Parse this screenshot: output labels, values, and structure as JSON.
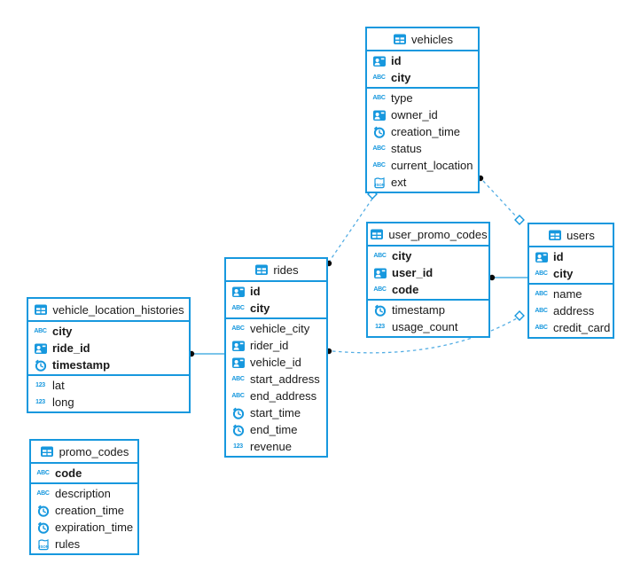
{
  "diagram": {
    "title": "entity-relationship-diagram",
    "icon_glyphs": {
      "text": "ABC",
      "number": "123",
      "json": "JSON"
    },
    "tables": [
      {
        "id": "vehicles",
        "title": "vehicles",
        "key_columns": [
          {
            "name": "id",
            "type": "id"
          },
          {
            "name": "city",
            "type": "text"
          }
        ],
        "columns": [
          {
            "name": "type",
            "type": "text"
          },
          {
            "name": "owner_id",
            "type": "id"
          },
          {
            "name": "creation_time",
            "type": "time"
          },
          {
            "name": "status",
            "type": "text"
          },
          {
            "name": "current_location",
            "type": "text"
          },
          {
            "name": "ext",
            "type": "json"
          }
        ]
      },
      {
        "id": "user_promo_codes",
        "title": "user_promo_codes",
        "key_columns": [
          {
            "name": "city",
            "type": "text"
          },
          {
            "name": "user_id",
            "type": "id"
          },
          {
            "name": "code",
            "type": "text"
          }
        ],
        "columns": [
          {
            "name": "timestamp",
            "type": "time"
          },
          {
            "name": "usage_count",
            "type": "number"
          }
        ]
      },
      {
        "id": "users",
        "title": "users",
        "key_columns": [
          {
            "name": "id",
            "type": "id"
          },
          {
            "name": "city",
            "type": "text"
          }
        ],
        "columns": [
          {
            "name": "name",
            "type": "text"
          },
          {
            "name": "address",
            "type": "text"
          },
          {
            "name": "credit_card",
            "type": "text"
          }
        ]
      },
      {
        "id": "rides",
        "title": "rides",
        "key_columns": [
          {
            "name": "id",
            "type": "id"
          },
          {
            "name": "city",
            "type": "text"
          }
        ],
        "columns": [
          {
            "name": "vehicle_city",
            "type": "text"
          },
          {
            "name": "rider_id",
            "type": "id"
          },
          {
            "name": "vehicle_id",
            "type": "id"
          },
          {
            "name": "start_address",
            "type": "text"
          },
          {
            "name": "end_address",
            "type": "text"
          },
          {
            "name": "start_time",
            "type": "time"
          },
          {
            "name": "end_time",
            "type": "time"
          },
          {
            "name": "revenue",
            "type": "number"
          }
        ]
      },
      {
        "id": "vehicle_location_histories",
        "title": "vehicle_location_histories",
        "key_columns": [
          {
            "name": "city",
            "type": "text"
          },
          {
            "name": "ride_id",
            "type": "id"
          },
          {
            "name": "timestamp",
            "type": "time"
          }
        ],
        "columns": [
          {
            "name": "lat",
            "type": "number"
          },
          {
            "name": "long",
            "type": "number"
          }
        ]
      },
      {
        "id": "promo_codes",
        "title": "promo_codes",
        "key_columns": [
          {
            "name": "code",
            "type": "text"
          }
        ],
        "columns": [
          {
            "name": "description",
            "type": "text"
          },
          {
            "name": "creation_time",
            "type": "time"
          },
          {
            "name": "expiration_time",
            "type": "time"
          },
          {
            "name": "rules",
            "type": "json"
          }
        ]
      }
    ],
    "relationships": [
      {
        "from": "rides",
        "to": "vehicles",
        "style": "dashed"
      },
      {
        "from": "vehicles",
        "to": "users",
        "style": "dashed"
      },
      {
        "from": "rides",
        "to": "users",
        "style": "dashed"
      },
      {
        "from": "vehicle_location_histories",
        "to": "rides",
        "style": "solid"
      },
      {
        "from": "user_promo_codes",
        "to": "users",
        "style": "solid"
      }
    ],
    "colors": {
      "table_border": "#1798de",
      "icon_blue": "#1798de",
      "dashed_line": "#55aee4",
      "solid_line": "#2ba0de",
      "endpoint_dot": "#0b0b0b",
      "text": "#1a1a1a",
      "background": "#ffffff"
    }
  }
}
